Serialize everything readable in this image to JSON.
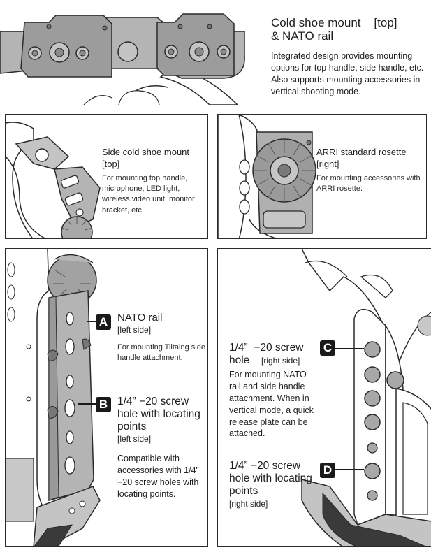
{
  "top": {
    "title_line1": "Cold shoe mount    [top]",
    "title_line2": "& NATO rail",
    "desc": "Integrated design provides mounting options for top handle, side handle, etc. Also supports mounting accessories  in vertical shooting mode."
  },
  "left_mid": {
    "title": "Side cold shoe mount",
    "sub": "[top]",
    "desc": "For mounting top handle, microphone, LED light, wireless video unit, monitor bracket, etc."
  },
  "right_mid": {
    "title": "ARRI standard rosette",
    "sub": "[right]",
    "desc": "For mounting accessories with ARRI rosette."
  },
  "bottom_left": {
    "badge_a": "A",
    "a_title": "NATO rail",
    "a_sub": "[left side]",
    "a_desc": "For mounting Tiltaing side handle attachment.",
    "badge_b": "B",
    "b_title": "1/4” −20 screw hole with locating points",
    "b_sub": "[left side]",
    "b_desc": "Compatible with accessories with 1/4” −20 screw holes with locating points."
  },
  "bottom_right": {
    "badge_c": "C",
    "c_title_1": "1/4”  −20 screw",
    "c_title_2": "hole",
    "c_sub": "[right side]",
    "c_desc": "For mounting NATO rail and side handle attachment. When in vertical mode, a quick release plate can be attached.",
    "badge_d": "D",
    "d_title": "1/4”  −20 screw hole with locating points",
    "d_sub": "[right side]"
  },
  "colors": {
    "metal_dark": "#8a8a8a",
    "metal": "#b4b4b4",
    "metal_light": "#d2d2d2",
    "outline": "#2a2a2a",
    "badge": "#1a1a1a"
  }
}
